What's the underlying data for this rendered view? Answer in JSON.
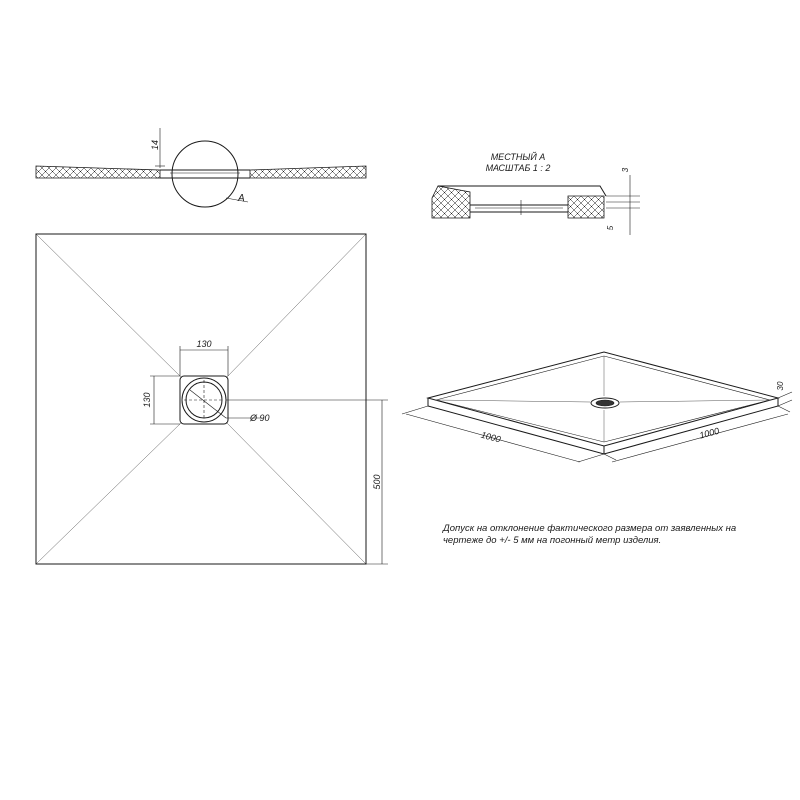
{
  "section": {
    "height_label": "14",
    "callout_label": "A"
  },
  "detail": {
    "title_line1": "МЕСТНЫЙ А",
    "title_line2": "МАСШТАБ 1 : 2",
    "dim_top": "3",
    "dim_bottom": "5"
  },
  "plan": {
    "drain_width": "130",
    "drain_height": "130",
    "drain_diameter": "Ø 90",
    "offset": "500"
  },
  "isometric": {
    "height": "30",
    "length_left": "1000",
    "length_right": "1000"
  },
  "note": {
    "line1": "Допуск на отклонение фактического размера от заявленных на",
    "line2": "чертеже до +/- 5 мм на погонный метр изделия."
  }
}
